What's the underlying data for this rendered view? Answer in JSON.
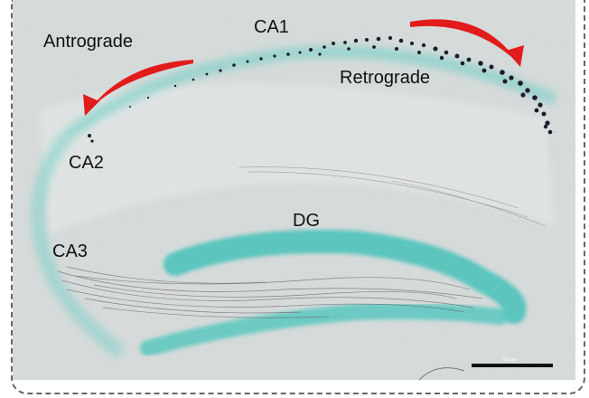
{
  "labels": {
    "ca1": "CA1",
    "antrograde": "Antrograde",
    "retrograde": "Retrograde",
    "ca2": "CA2",
    "ca3": "CA3",
    "dg": "DG"
  },
  "scale_bar": {
    "label": "50 µm"
  },
  "colors": {
    "background_tissue": "#d9dedd",
    "stain_teal": "#5cc7c0",
    "neuron_dots": "#1c1b2a",
    "arrow_red": "#e21b1b",
    "fibers": "#6a5a66",
    "scale_bar": "#111111",
    "border": "#666666"
  },
  "icons": {
    "antrograde_arrow": "curved-arrow-left-icon",
    "retrograde_arrow": "curved-arrow-right-icon"
  }
}
